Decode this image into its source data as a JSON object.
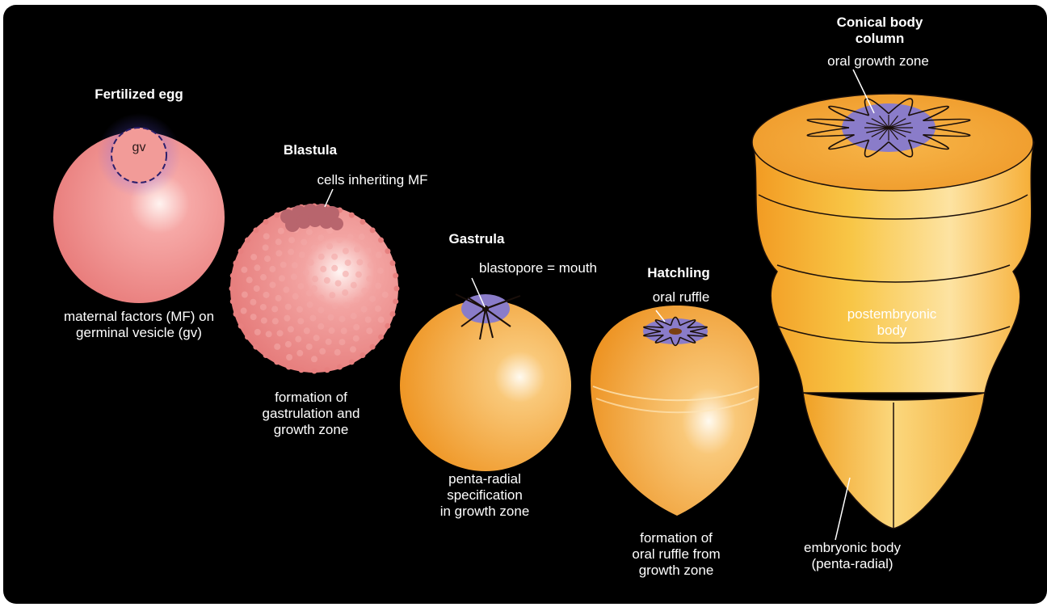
{
  "colors": {
    "background": "#000000",
    "egg_pink": "#f08c8e",
    "larva_orange": "#f5a334",
    "column_yellow": "#f7bf3a",
    "mouth_purple": "#7a6fc0",
    "outline": "#1a0f0a"
  },
  "stages": {
    "fertilized_egg": {
      "title": "Fertilized egg",
      "inner_label": "gv",
      "caption": "maternal factors (MF) on\ngerminal vesicle (gv)"
    },
    "blastula": {
      "title": "Blastula",
      "annotation": "cells inheriting MF",
      "caption": "formation of\ngastrulation and\ngrowth zone"
    },
    "gastrula": {
      "title": "Gastrula",
      "annotation": "blastopore = mouth",
      "caption": "penta-radial\nspecification\nin growth zone"
    },
    "hatchling": {
      "title": "Hatchling",
      "annotation": "oral ruffle",
      "caption": "formation of\noral ruffle from\ngrowth zone"
    },
    "conical_body": {
      "title": "Conical body\ncolumn",
      "annotation": "oral growth zone",
      "middle_label": "postembryonic\nbody",
      "bottom_label": "embryonic body\n(penta-radial)"
    }
  }
}
